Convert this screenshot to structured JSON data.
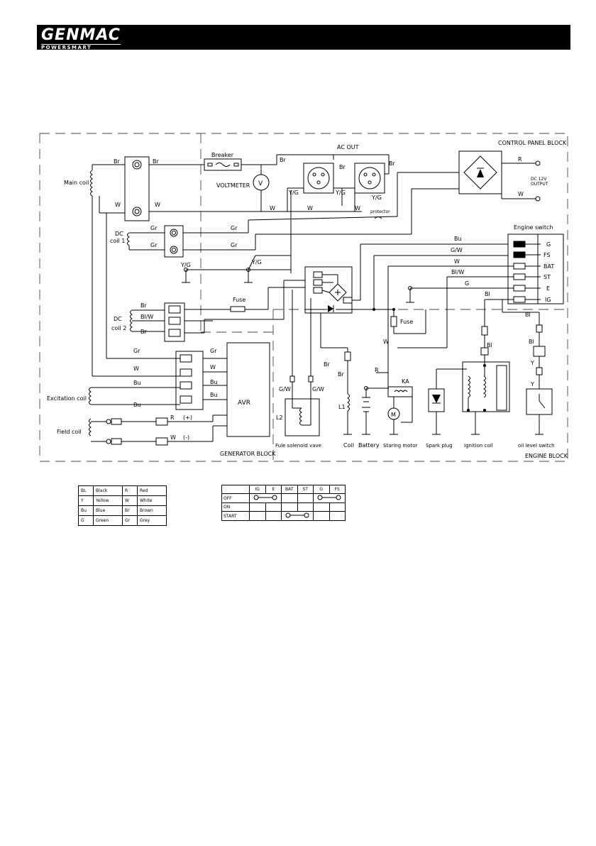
{
  "header": {
    "brand": "GENMAC",
    "brand_sub": "POWERSMART"
  },
  "blocks": {
    "control_panel": "CONTROL PANEL BLOCK",
    "generator": "GENERATOR BLOCK",
    "engine": "ENGINE BLOCK"
  },
  "components": {
    "main_coil": "Main coil",
    "dc_coil_1": [
      "DC",
      "coil 1"
    ],
    "dc_coil_2": [
      "DC",
      "coil 2"
    ],
    "excitation_coil": "Excitation coil",
    "field_coil": "Field coil",
    "breaker": "Breaker",
    "voltmeter": "VOLTMETER",
    "voltmeter_symbol": "V",
    "ac_out": "AC OUT",
    "protector": "protector",
    "dc_output": [
      "DC 12V",
      "OUTPUT"
    ],
    "engine_switch": "Engine switch",
    "fuse": "Fuse",
    "avr": "AVR",
    "l2": "L2",
    "l1": "L1",
    "ka": "KA",
    "motor_symbol": "M",
    "fule_solenoid": "Fule solenoid vave",
    "coil": "Coil",
    "battery": "Battery",
    "starting_motor": "Staring motor",
    "spark_plug": "Spark plug",
    "ignition_coil": "Ignition coil",
    "oil_level_switch": "oil level switch",
    "plus": "(+)",
    "minus": "(-)"
  },
  "switch_terminals": [
    "G",
    "FS",
    "BAT",
    "ST",
    "E",
    "IG"
  ],
  "wire_labels": {
    "br": "Br",
    "w": "W",
    "gr": "Gr",
    "yg": "Y/G",
    "bu": "Bu",
    "gw": "G/W",
    "blw": "Bl/W",
    "g": "G",
    "bl": "Bl",
    "r": "R",
    "y": "Y"
  },
  "color_legend": [
    {
      "code": "BL",
      "name": "Black",
      "code2": "R",
      "name2": "Red"
    },
    {
      "code": "Y",
      "name": "Yellow",
      "code2": "W",
      "name2": "White"
    },
    {
      "code": "Bu",
      "name": "Blue",
      "code2": "Br",
      "name2": "Brown"
    },
    {
      "code": "G",
      "name": "Green",
      "code2": "Gr",
      "name2": "Grey"
    }
  ],
  "switch_table": {
    "columns": [
      "IG",
      "E",
      "BAT",
      "ST",
      "G",
      "FS"
    ],
    "rows": [
      "OFF",
      "ON",
      "START"
    ]
  }
}
